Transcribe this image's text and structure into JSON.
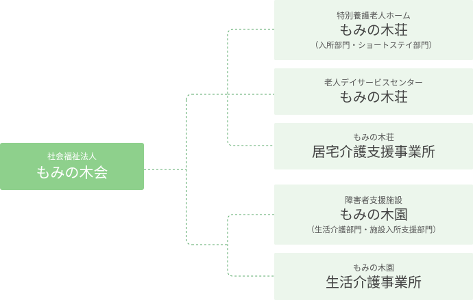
{
  "root": {
    "label_small": "社会福祉法人",
    "label_big": "もみの木会"
  },
  "nodes": [
    {
      "label_small": "特別養護老人ホーム",
      "label_big": "もみの木荘",
      "label_sub": "（入所部門・ショートステイ部門）"
    },
    {
      "label_small": "老人デイサービスセンター",
      "label_big": "もみの木荘",
      "label_sub": ""
    },
    {
      "label_small": "もみの木荘",
      "label_big": "居宅介護支援事業所",
      "label_sub": ""
    },
    {
      "label_small": "障害者支援施設",
      "label_big": "もみの木園",
      "label_sub": "（生活介護部門・施設入所支援部門）"
    },
    {
      "label_small": "もみの木園",
      "label_big": "生活介護事業所",
      "label_sub": ""
    }
  ],
  "colors": {
    "root_fill": "#8ed08c",
    "node_fill": "#ecf6ec",
    "connector": "#5aaa6a"
  }
}
